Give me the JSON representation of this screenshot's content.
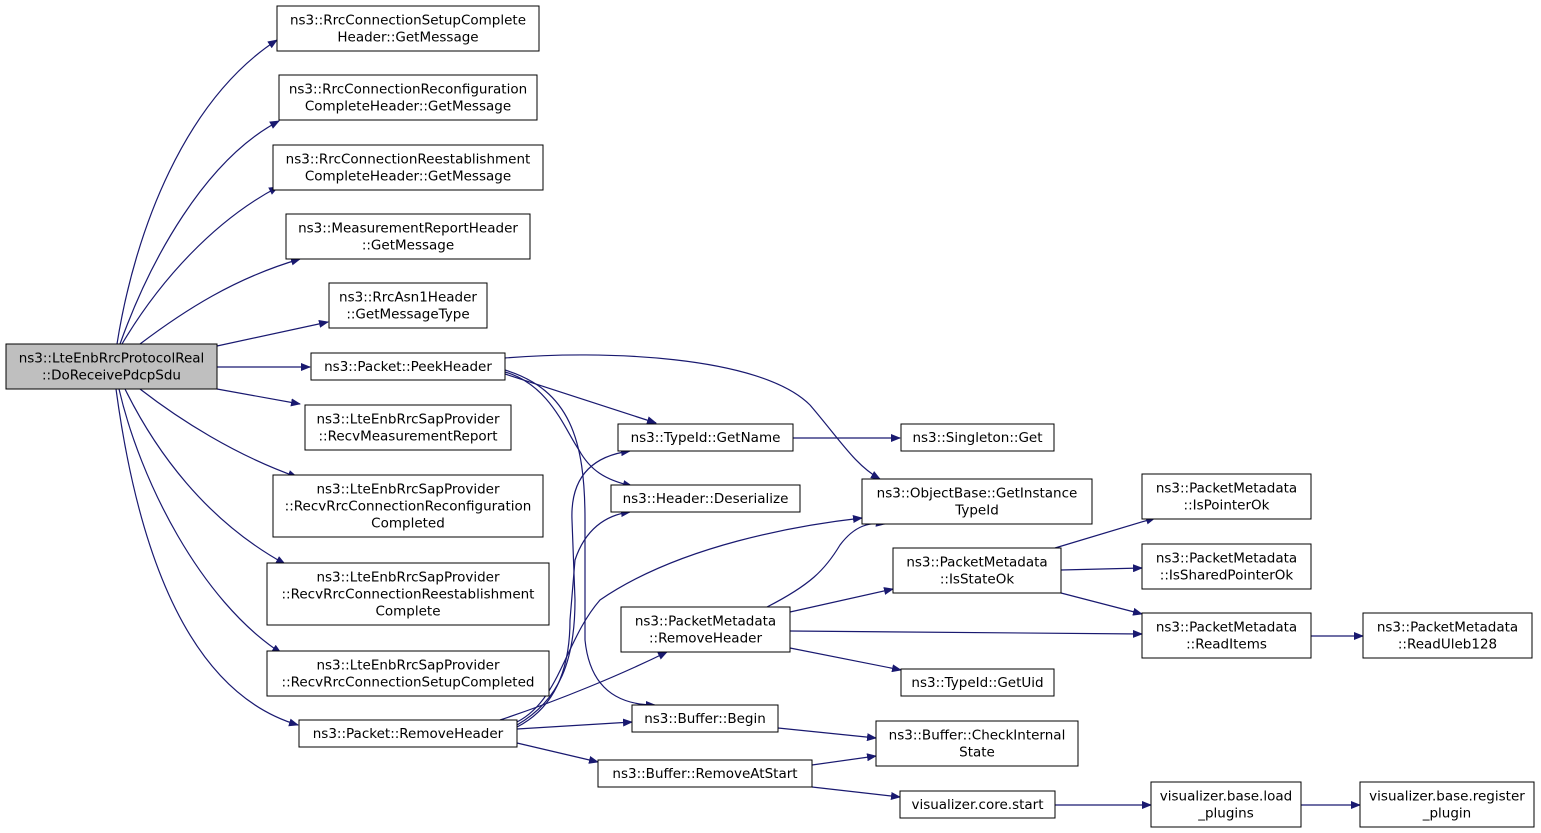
{
  "style": {
    "edge_color": "#191970",
    "node_border": "#000000",
    "node_fill": "#ffffff",
    "root_fill": "#bfbfbf"
  },
  "nodes": [
    {
      "id": "root",
      "lines": [
        "ns3::LteEnbRrcProtocolReal",
        "::DoReceivePdcpSdu"
      ],
      "highlight": true
    },
    {
      "id": "n1",
      "lines": [
        "ns3::RrcConnectionSetupComplete",
        "Header::GetMessage"
      ]
    },
    {
      "id": "n2",
      "lines": [
        "ns3::RrcConnectionReconfiguration",
        "CompleteHeader::GetMessage"
      ]
    },
    {
      "id": "n3",
      "lines": [
        "ns3::RrcConnectionReestablishment",
        "CompleteHeader::GetMessage"
      ]
    },
    {
      "id": "n4",
      "lines": [
        "ns3::MeasurementReportHeader",
        "::GetMessage"
      ]
    },
    {
      "id": "n5",
      "lines": [
        "ns3::RrcAsn1Header",
        "::GetMessageType"
      ]
    },
    {
      "id": "n6",
      "lines": [
        "ns3::Packet::PeekHeader"
      ]
    },
    {
      "id": "n7",
      "lines": [
        "ns3::LteEnbRrcSapProvider",
        "::RecvMeasurementReport"
      ]
    },
    {
      "id": "n8",
      "lines": [
        "ns3::LteEnbRrcSapProvider",
        "::RecvRrcConnectionReconfiguration",
        "Completed"
      ]
    },
    {
      "id": "n9",
      "lines": [
        "ns3::LteEnbRrcSapProvider",
        "::RecvRrcConnectionReestablishment",
        "Complete"
      ]
    },
    {
      "id": "n10",
      "lines": [
        "ns3::LteEnbRrcSapProvider",
        "::RecvRrcConnectionSetupCompleted"
      ]
    },
    {
      "id": "n11",
      "lines": [
        "ns3::Packet::RemoveHeader"
      ]
    },
    {
      "id": "n12",
      "lines": [
        "ns3::TypeId::GetName"
      ]
    },
    {
      "id": "n13",
      "lines": [
        "ns3::Header::Deserialize"
      ]
    },
    {
      "id": "n14",
      "lines": [
        "ns3::PacketMetadata",
        "::RemoveHeader"
      ]
    },
    {
      "id": "n15",
      "lines": [
        "ns3::Buffer::Begin"
      ]
    },
    {
      "id": "n16",
      "lines": [
        "ns3::Buffer::RemoveAtStart"
      ]
    },
    {
      "id": "n17",
      "lines": [
        "ns3::Singleton::Get"
      ]
    },
    {
      "id": "n18",
      "lines": [
        "ns3::ObjectBase::GetInstance",
        "TypeId"
      ]
    },
    {
      "id": "n19",
      "lines": [
        "ns3::PacketMetadata",
        "::IsStateOk"
      ]
    },
    {
      "id": "n20",
      "lines": [
        "ns3::TypeId::GetUid"
      ]
    },
    {
      "id": "n21",
      "lines": [
        "ns3::Buffer::CheckInternal",
        "State"
      ]
    },
    {
      "id": "n22",
      "lines": [
        "visualizer.core.start"
      ]
    },
    {
      "id": "n23",
      "lines": [
        "ns3::PacketMetadata",
        "::IsPointerOk"
      ]
    },
    {
      "id": "n24",
      "lines": [
        "ns3::PacketMetadata",
        "::IsSharedPointerOk"
      ]
    },
    {
      "id": "n25",
      "lines": [
        "ns3::PacketMetadata",
        "::ReadItems"
      ]
    },
    {
      "id": "n26",
      "lines": [
        "ns3::PacketMetadata",
        "::ReadUleb128"
      ]
    },
    {
      "id": "n27",
      "lines": [
        "visualizer.base.load",
        "_plugins"
      ]
    },
    {
      "id": "n28",
      "lines": [
        "visualizer.base.register",
        "_plugin"
      ]
    }
  ],
  "edges": [
    {
      "from": "root",
      "to": "n1"
    },
    {
      "from": "root",
      "to": "n2"
    },
    {
      "from": "root",
      "to": "n3"
    },
    {
      "from": "root",
      "to": "n4"
    },
    {
      "from": "root",
      "to": "n5"
    },
    {
      "from": "root",
      "to": "n6"
    },
    {
      "from": "root",
      "to": "n7"
    },
    {
      "from": "root",
      "to": "n8"
    },
    {
      "from": "root",
      "to": "n9"
    },
    {
      "from": "root",
      "to": "n10"
    },
    {
      "from": "root",
      "to": "n11"
    },
    {
      "from": "n6",
      "to": "n12"
    },
    {
      "from": "n6",
      "to": "n13"
    },
    {
      "from": "n6",
      "to": "n15"
    },
    {
      "from": "n6",
      "to": "n18"
    },
    {
      "from": "n11",
      "to": "n12"
    },
    {
      "from": "n11",
      "to": "n13"
    },
    {
      "from": "n11",
      "to": "n18"
    },
    {
      "from": "n11",
      "to": "n14"
    },
    {
      "from": "n11",
      "to": "n15"
    },
    {
      "from": "n11",
      "to": "n16"
    },
    {
      "from": "n12",
      "to": "n17"
    },
    {
      "from": "n14",
      "to": "n18"
    },
    {
      "from": "n14",
      "to": "n19"
    },
    {
      "from": "n14",
      "to": "n25"
    },
    {
      "from": "n14",
      "to": "n20"
    },
    {
      "from": "n15",
      "to": "n21"
    },
    {
      "from": "n16",
      "to": "n21"
    },
    {
      "from": "n16",
      "to": "n22"
    },
    {
      "from": "n19",
      "to": "n23"
    },
    {
      "from": "n19",
      "to": "n24"
    },
    {
      "from": "n19",
      "to": "n25"
    },
    {
      "from": "n25",
      "to": "n26"
    },
    {
      "from": "n22",
      "to": "n27"
    },
    {
      "from": "n27",
      "to": "n28"
    }
  ]
}
